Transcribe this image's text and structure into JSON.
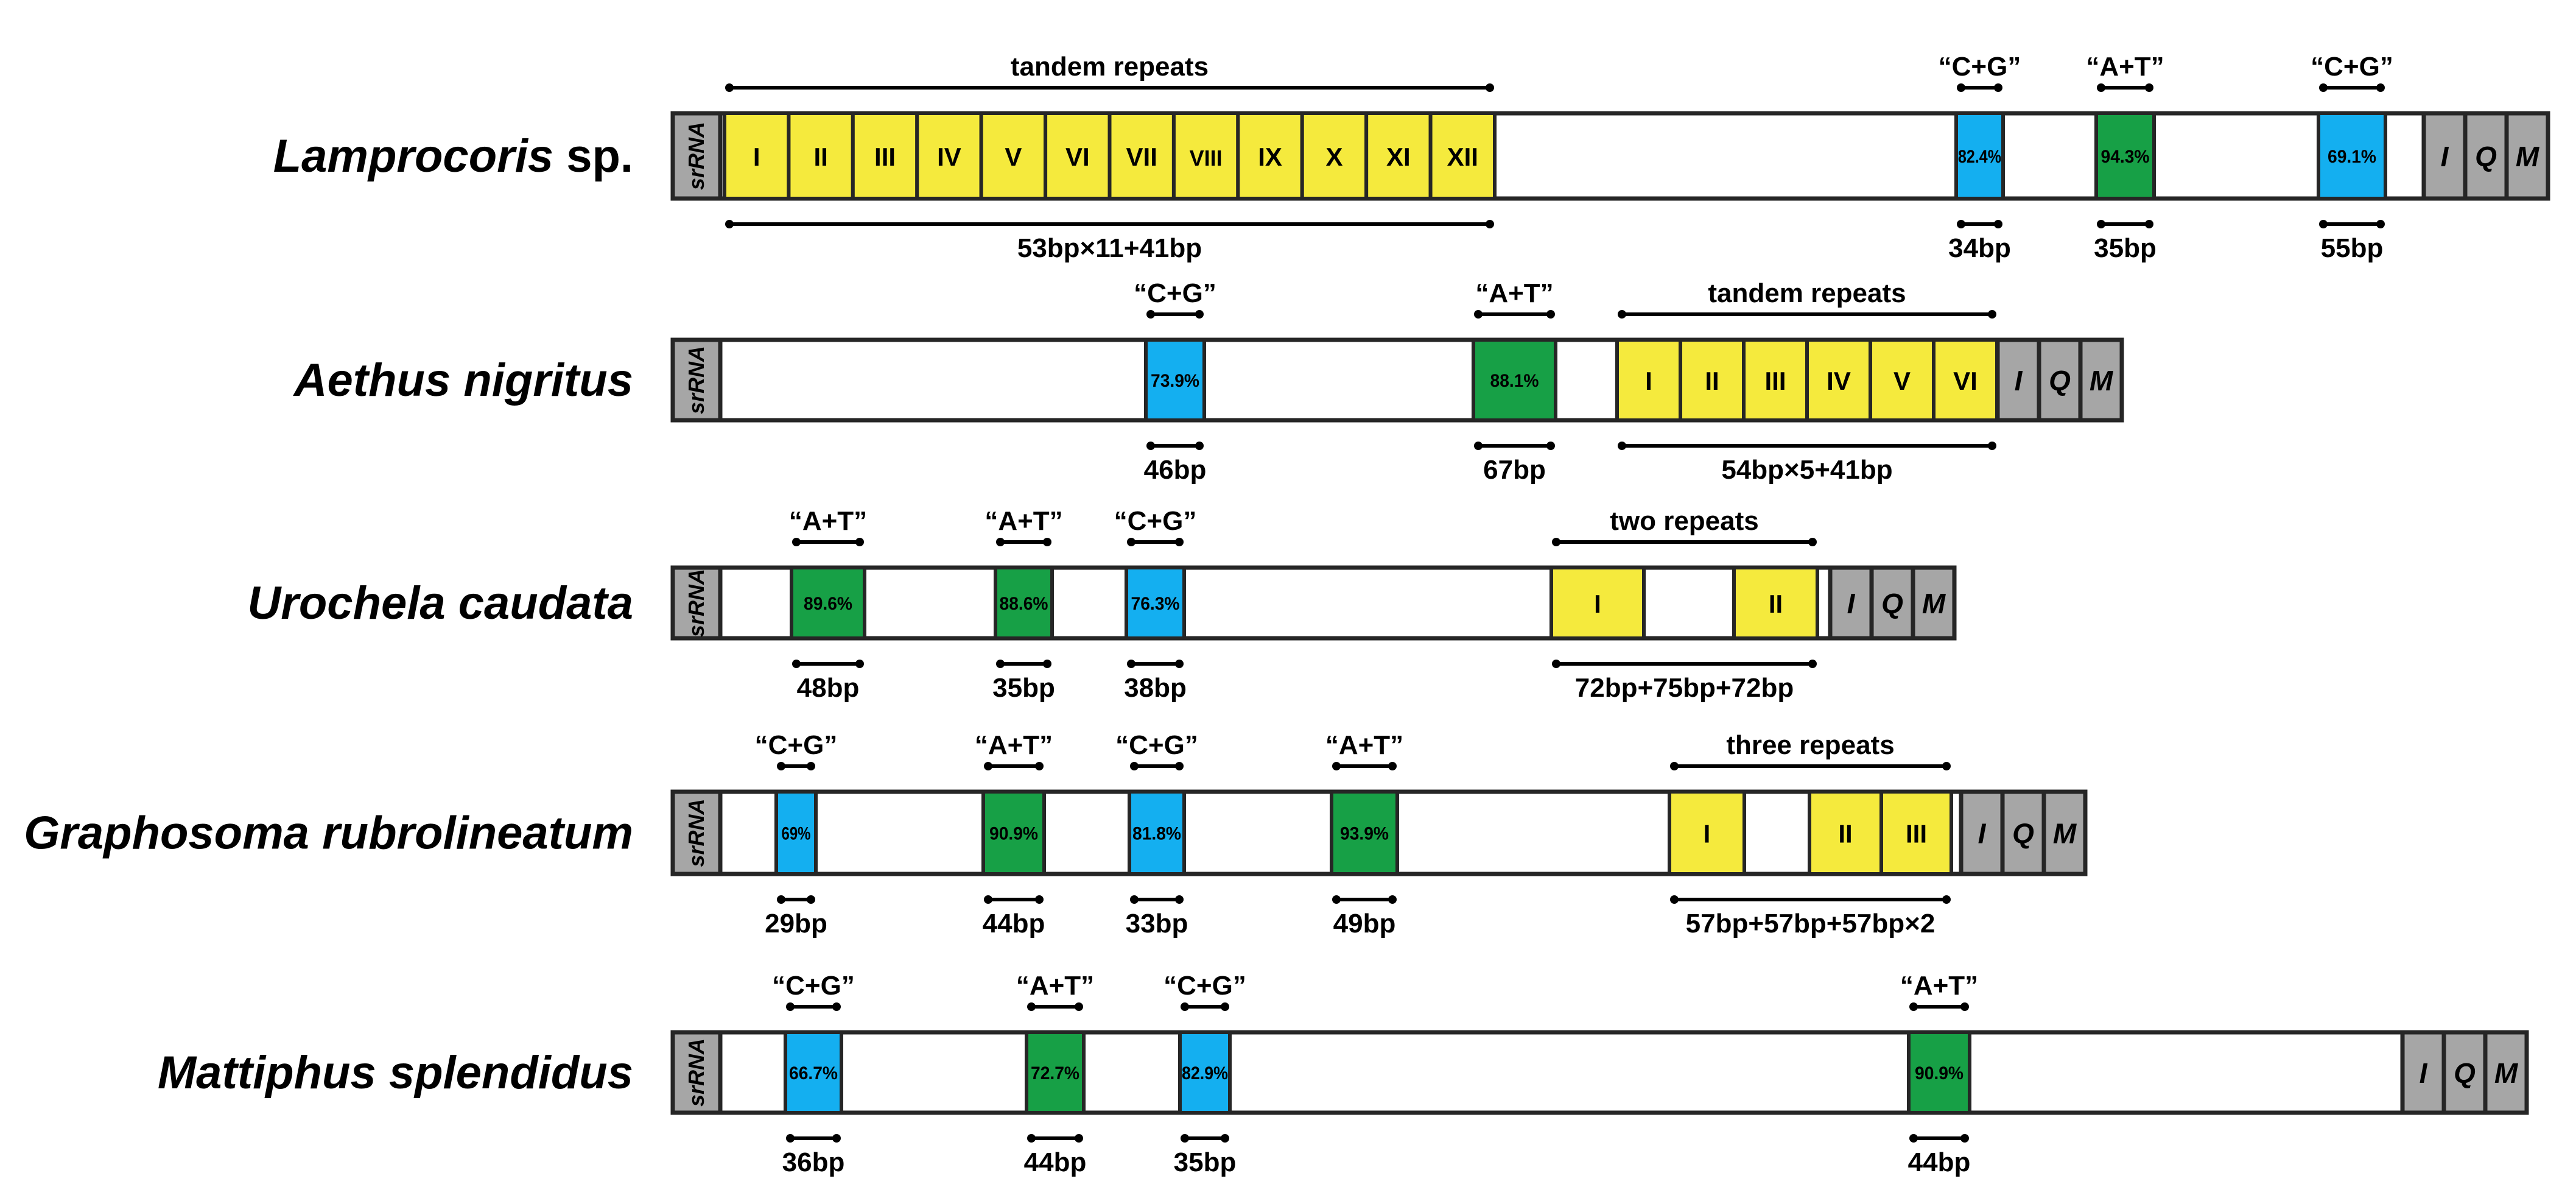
{
  "colors": {
    "tandem": "#f5ea3d",
    "cg": "#14aff0",
    "at": "#17a046",
    "gray": "#a6a6a6",
    "outline": "#262626"
  },
  "rows": [
    {
      "species": "Lamprocoris",
      "species_suffix": "sp.",
      "srRNA_label": "srRNA",
      "end_labels": [
        "I",
        "Q",
        "M"
      ],
      "segments": [
        {
          "type": "repeat",
          "labels": [
            "I",
            "II",
            "III",
            "IV",
            "V",
            "VI",
            "VII",
            "VIII",
            "IX",
            "X",
            "XI",
            "XII"
          ],
          "top": "tandem repeats",
          "bottom": "53bp×11+41bp"
        },
        {
          "type": "cg",
          "pct": "82.4%",
          "top": "“C+G”",
          "bottom": "34bp"
        },
        {
          "type": "at",
          "pct": "94.3%",
          "top": "“A+T”",
          "bottom": "35bp"
        },
        {
          "type": "cg",
          "pct": "69.1%",
          "top": "“C+G”",
          "bottom": "55bp"
        }
      ]
    },
    {
      "species": "Aethus nigritus",
      "species_suffix": "",
      "srRNA_label": "srRNA",
      "end_labels": [
        "I",
        "Q",
        "M"
      ],
      "segments": [
        {
          "type": "cg",
          "pct": "73.9%",
          "top": "“C+G”",
          "bottom": "46bp"
        },
        {
          "type": "at",
          "pct": "88.1%",
          "top": "“A+T”",
          "bottom": "67bp"
        },
        {
          "type": "repeat",
          "labels": [
            "I",
            "II",
            "III",
            "IV",
            "V",
            "VI"
          ],
          "top": "tandem repeats",
          "bottom": "54bp×5+41bp"
        }
      ]
    },
    {
      "species": "Urochela caudata",
      "species_suffix": "",
      "srRNA_label": "srRNA",
      "end_labels": [
        "I",
        "Q",
        "M"
      ],
      "segments": [
        {
          "type": "at",
          "pct": "89.6%",
          "top": "“A+T”",
          "bottom": "48bp"
        },
        {
          "type": "at",
          "pct": "88.6%",
          "top": "“A+T”",
          "bottom": "35bp"
        },
        {
          "type": "cg",
          "pct": "76.3%",
          "top": "“C+G”",
          "bottom": "38bp"
        },
        {
          "type": "repeat",
          "labels": [
            "I",
            "II"
          ],
          "top": "two repeats",
          "bottom": "72bp+75bp+72bp"
        }
      ]
    },
    {
      "species": "Graphosoma rubrolineatum",
      "species_suffix": "",
      "srRNA_label": "srRNA",
      "end_labels": [
        "I",
        "Q",
        "M"
      ],
      "segments": [
        {
          "type": "cg",
          "pct": "69%",
          "top": "“C+G”",
          "bottom": "29bp"
        },
        {
          "type": "at",
          "pct": "90.9%",
          "top": "“A+T”",
          "bottom": "44bp"
        },
        {
          "type": "cg",
          "pct": "81.8%",
          "top": "“C+G”",
          "bottom": "33bp"
        },
        {
          "type": "at",
          "pct": "93.9%",
          "top": "“A+T”",
          "bottom": "49bp"
        },
        {
          "type": "repeat",
          "labels": [
            "I",
            "II",
            "III"
          ],
          "top": "three repeats",
          "bottom": "57bp+57bp+57bp×2"
        }
      ]
    },
    {
      "species": "Mattiphus splendidus",
      "species_suffix": "",
      "srRNA_label": "srRNA",
      "end_labels": [
        "I",
        "Q",
        "M"
      ],
      "segments": [
        {
          "type": "cg",
          "pct": "66.7%",
          "top": "“C+G”",
          "bottom": "36bp"
        },
        {
          "type": "at",
          "pct": "72.7%",
          "top": "“A+T”",
          "bottom": "44bp"
        },
        {
          "type": "cg",
          "pct": "82.9%",
          "top": "“C+G”",
          "bottom": "35bp"
        },
        {
          "type": "at",
          "pct": "90.9%",
          "top": "“A+T”",
          "bottom": "44bp"
        }
      ]
    }
  ]
}
